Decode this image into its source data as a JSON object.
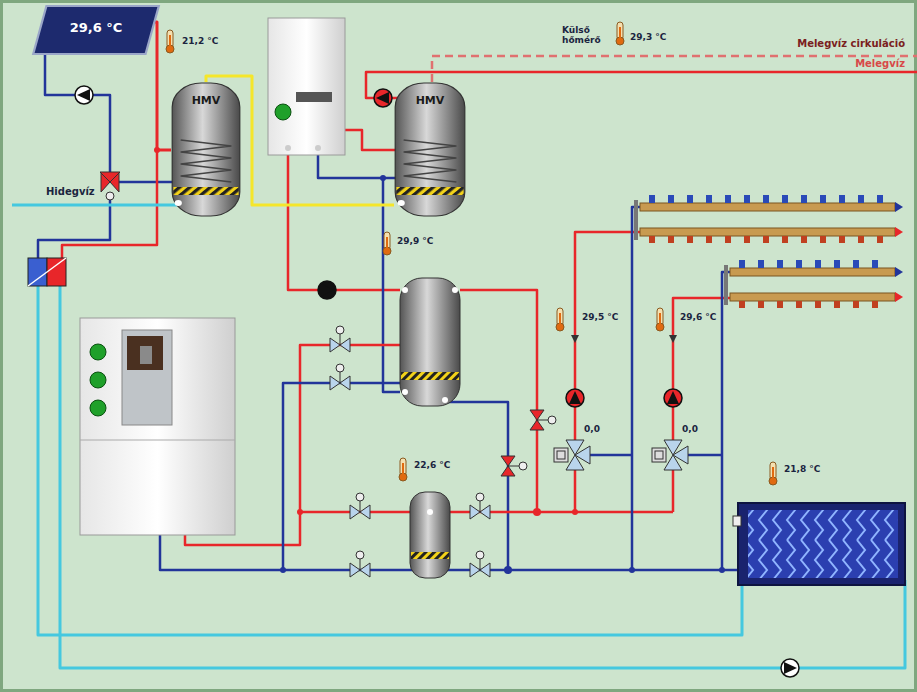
{
  "diagram": {
    "nodes": [
      {
        "text": [
          "29,6 °C"
        ]
      },
      {
        "text": [
          "HMV"
        ]
      },
      {
        "text": [
          "HMV"
        ]
      }
    ],
    "edges": [
      {
        "from": 0,
        "to": 1,
        "arrow": "none"
      },
      {
        "from": 1,
        "to": 2,
        "arrow": "none"
      }
    ],
    "labels": [
      "21,2 °C",
      "Külső hőmérő",
      "29,3 °C",
      "Melegvíz cirkuláció",
      "Melegvíz",
      "Hidegvíz",
      "29,9 °C",
      "29,5 °C",
      "29,6 °C",
      "0,0",
      "0,0",
      "22,6 °C",
      "21,8 °C"
    ]
  }
}
